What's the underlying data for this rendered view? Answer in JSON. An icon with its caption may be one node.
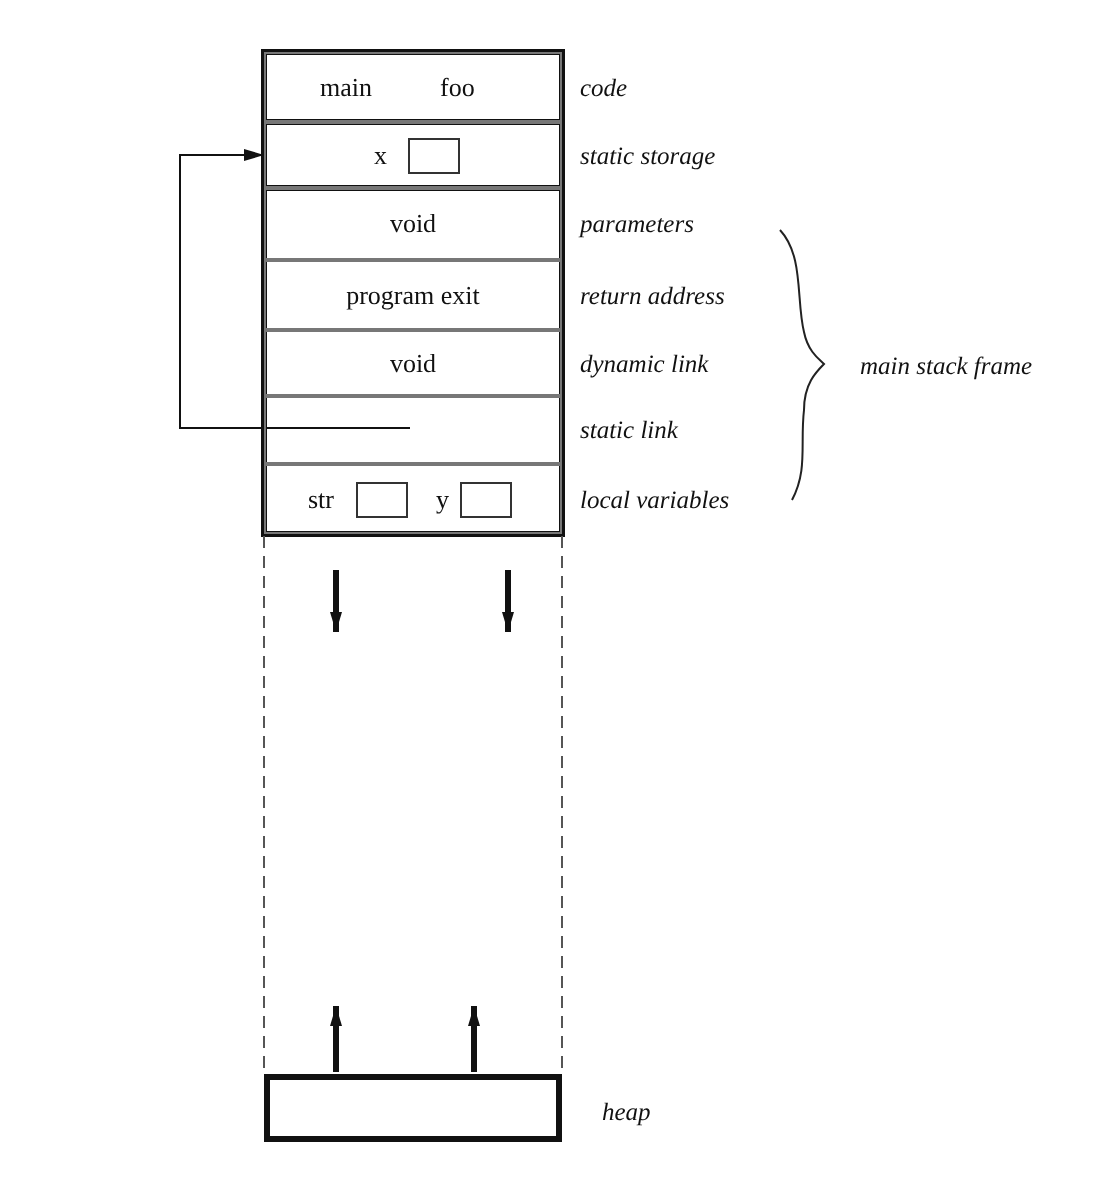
{
  "diagram": {
    "nodes": [
      {
        "text": [
          "main",
          "foo"
        ],
        "beside": [
          "code"
        ]
      },
      {
        "text": [
          "x"
        ],
        "beside": [
          "static storage"
        ]
      },
      {
        "text": [],
        "shape": "box",
        "in": 1
      },
      {
        "text": [
          "void"
        ],
        "beside": [
          "parameters"
        ]
      },
      {
        "text": [
          "program exit"
        ],
        "beside": [
          "return address"
        ]
      },
      {
        "text": [
          "void"
        ],
        "beside": [
          "dynamic link"
        ]
      },
      {
        "text": [],
        "shape": "box",
        "beside": [
          "static link"
        ]
      },
      {
        "text": [
          "str",
          "y"
        ],
        "beside": [
          "local variables"
        ]
      },
      {
        "text": [],
        "shape": "box",
        "in": 7
      },
      {
        "text": [],
        "shape": "box",
        "in": 7
      },
      {
        "text": [],
        "shape": "box",
        "beside": [
          "heap"
        ]
      }
    ],
    "edges": [
      {
        "from": 6,
        "to": 1,
        "arrow": "to"
      }
    ],
    "labels": [
      "main stack frame"
    ]
  }
}
